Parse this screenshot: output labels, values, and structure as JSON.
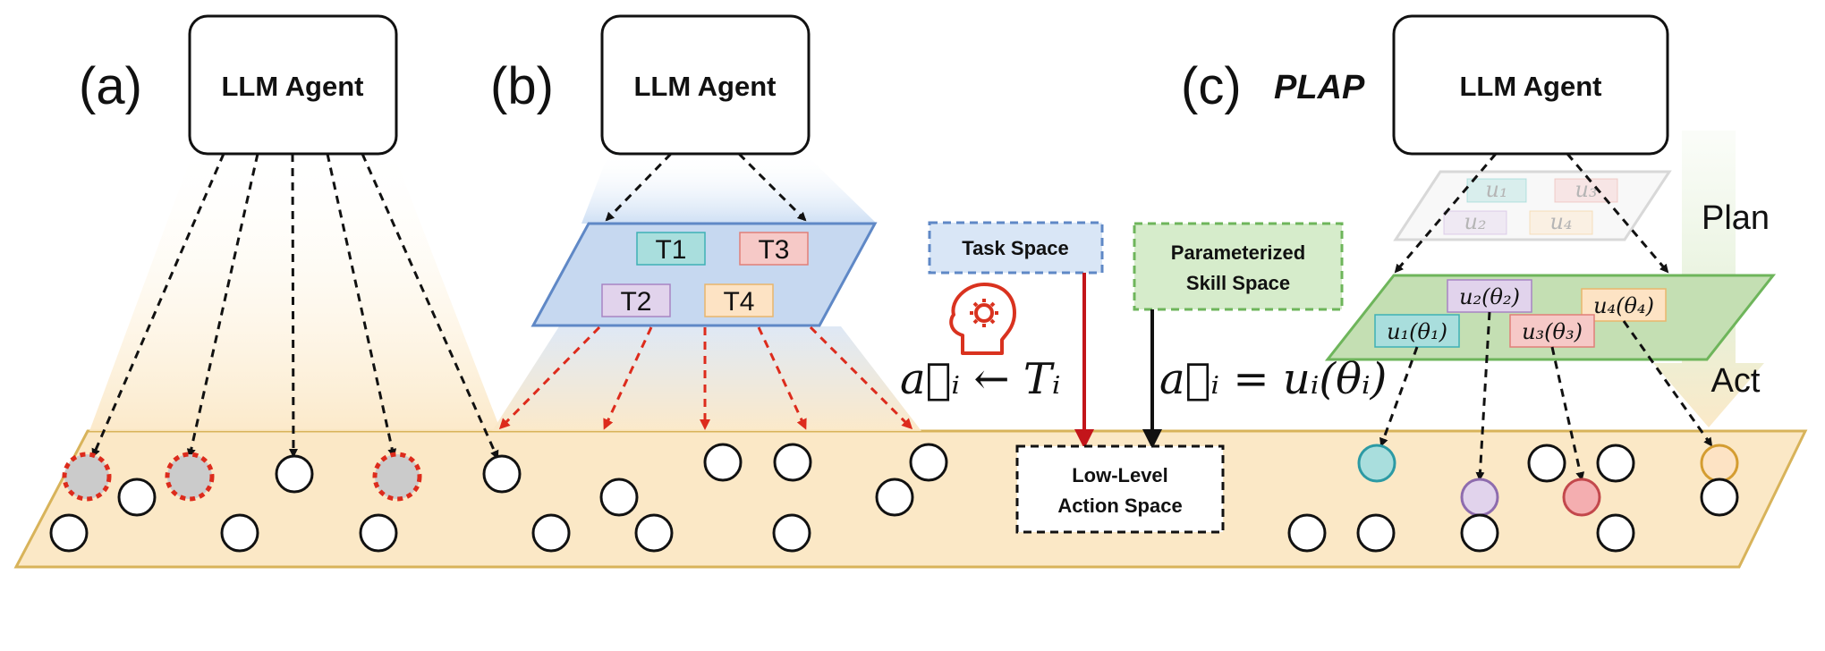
{
  "panels": {
    "a": {
      "label": "(a)",
      "agent": "LLM Agent"
    },
    "b": {
      "label": "(b)",
      "agent": "LLM Agent",
      "tasks": [
        "T1",
        "T3",
        "T2",
        "T4"
      ],
      "formula": "a⃗ᵢ ← Tᵢ"
    },
    "c": {
      "label": "(c)",
      "method": "PLAP",
      "agent": "LLM Agent",
      "plan_label": "Plan",
      "act_label": "Act",
      "skills_faded": [
        "u₁",
        "u₃",
        "u₂",
        "u₄"
      ],
      "skills_param": [
        "u₁(θ₁)",
        "u₂(θ₂)",
        "u₃(θ₃)",
        "u₄(θ₄)"
      ],
      "formula": "a⃗ᵢ = uᵢ(θᵢ)"
    }
  },
  "spaces": {
    "task_space": "Task Space",
    "skill_space_line1": "Parameterized",
    "skill_space_line2": "Skill Space",
    "action_space_line1": "Low-Level",
    "action_space_line2": "Action Space"
  },
  "colors": {
    "cyan": "#a9dedd",
    "red_box": "#f6c9c7",
    "purple": "#e1d3ec",
    "orange": "#fde3c4",
    "blue_plane": "#c6d8f0",
    "green_plane": "#c4dfb3",
    "action_plane": "#fbe7c4",
    "dashed_red": "#dd2b1c",
    "agent_icon": "#d9321f"
  }
}
